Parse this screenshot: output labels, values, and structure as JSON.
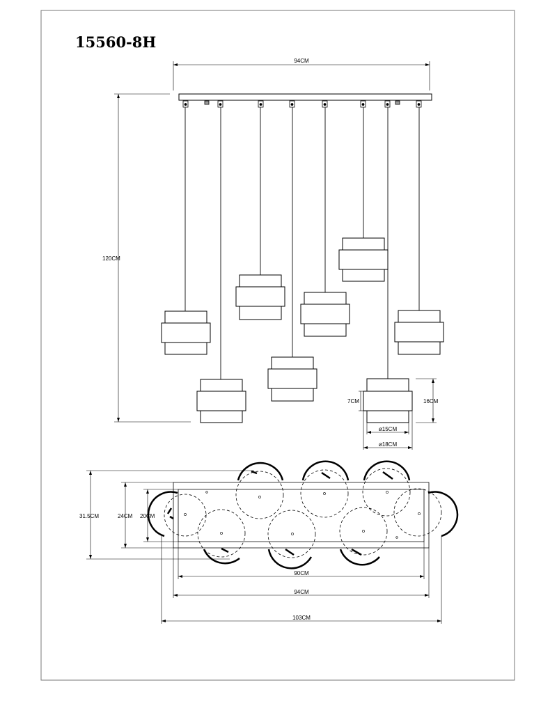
{
  "model": "15560-8H",
  "elevation": {
    "overall_length": "94CM",
    "overall_height": "120CM",
    "shade_tier_height": "7CM",
    "shade_total_height": "16CM",
    "inner_diameter": "ø15CM",
    "outer_diameter": "ø18CM"
  },
  "plan": {
    "depth_overall": "31.5CM",
    "depth_canopy": "24CM",
    "depth_holes": "20CM",
    "length_holes": "90CM",
    "length_canopy": "94CM",
    "length_overall": "103CM"
  }
}
